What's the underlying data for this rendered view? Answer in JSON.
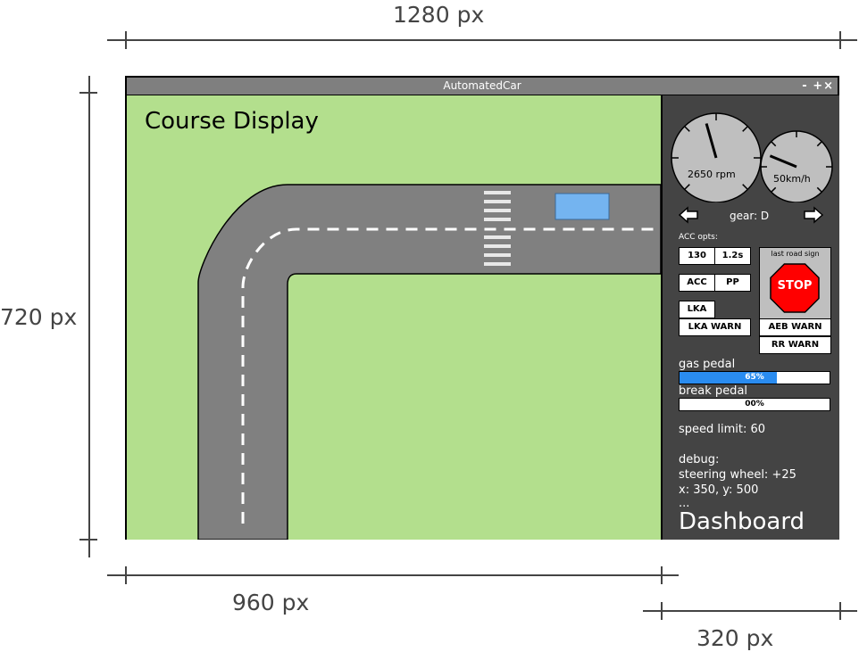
{
  "dimensions": {
    "total_width": "1280 px",
    "total_height": "720 px",
    "course_width": "960 px",
    "dashboard_width": "320 px"
  },
  "window": {
    "title": "AutomatedCar",
    "controls": "- +×"
  },
  "course": {
    "title": "Course Display"
  },
  "dashboard": {
    "title": "Dashboard",
    "rpm": {
      "value": 2650,
      "label": "2650 rpm"
    },
    "speed": {
      "value": 50,
      "label": "50km/h"
    },
    "gear": "gear: D",
    "acc_opts_label": "ACC opts:",
    "buttons": {
      "speed_set": "130",
      "time_gap": "1.2s",
      "acc": "ACC",
      "pp": "PP",
      "lka": "LKA",
      "lka_warn": "LKA WARN",
      "aeb_warn": "AEB WARN",
      "rr_warn": "RR WARN"
    },
    "last_road_sign": {
      "label": "last road sign",
      "sign_text": "STOP"
    },
    "gas_pedal": {
      "label": "gas pedal",
      "percent": 65,
      "text": "65%"
    },
    "break_pedal": {
      "label": "break pedal",
      "percent": 0,
      "text": "00%"
    },
    "speed_limit": "speed limit: 60",
    "debug": {
      "label": "debug:",
      "steering": "steering wheel: +25",
      "position": "x: 350, y: 500",
      "more": "..."
    }
  },
  "colors": {
    "grass": "#b3df8d",
    "road": "#808080",
    "dashboard_bg": "#444444",
    "titlebar": "#7f7f7f",
    "car": "#74b4f0",
    "gas_fill": "#2a8cf0",
    "stop_sign": "#ff0000",
    "gauge_face": "#bfbfbf"
  }
}
